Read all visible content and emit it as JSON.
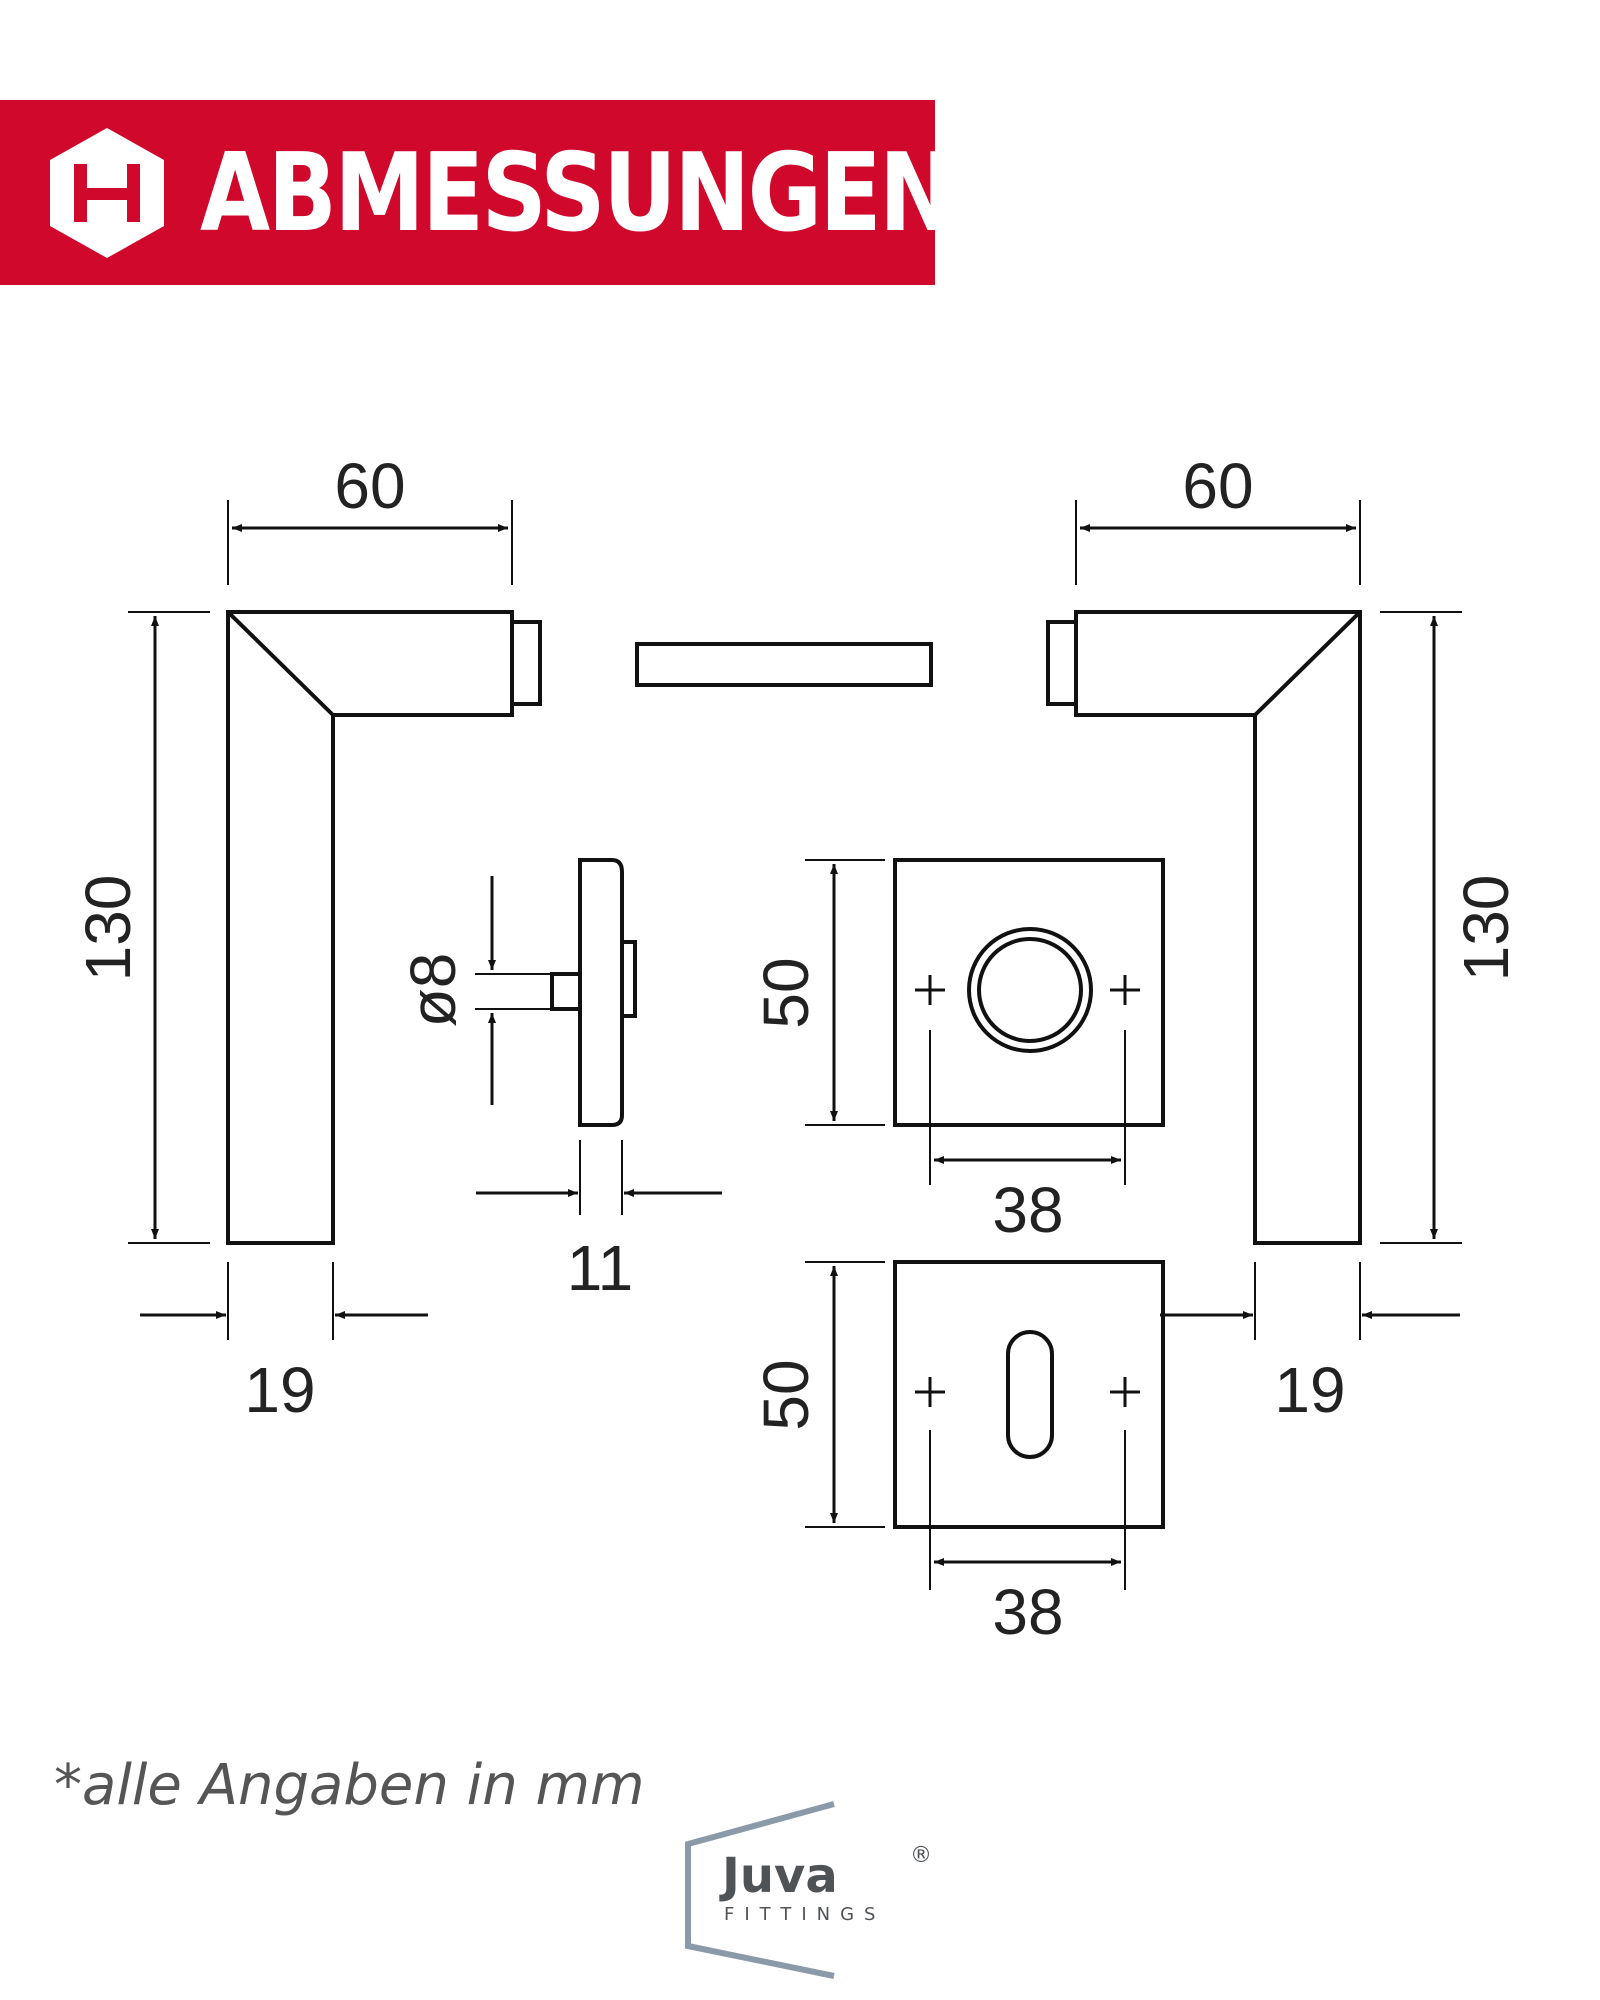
{
  "header": {
    "title": "ABMESSUNGEN",
    "logo_icon": "hexagon-h-icon",
    "background_color": "#d0082c",
    "text_color": "#ffffff"
  },
  "dimensions": {
    "left_handle_width": "60",
    "left_handle_height": "130",
    "left_handle_depth": "19",
    "right_handle_width": "60",
    "right_handle_height": "130",
    "right_handle_depth": "19",
    "spindle_diameter": "ø8",
    "rose_thickness": "11",
    "rose_top_height": "50",
    "rose_top_hole_spacing": "38",
    "rose_bottom_height": "50",
    "rose_bottom_hole_spacing": "38"
  },
  "footnote": "*alle Angaben in mm",
  "brand": {
    "name": "Juva",
    "registered": "®",
    "subtitle": "FITTINGS",
    "color": "#4f5356",
    "frame_color": "#8a9aa8"
  }
}
